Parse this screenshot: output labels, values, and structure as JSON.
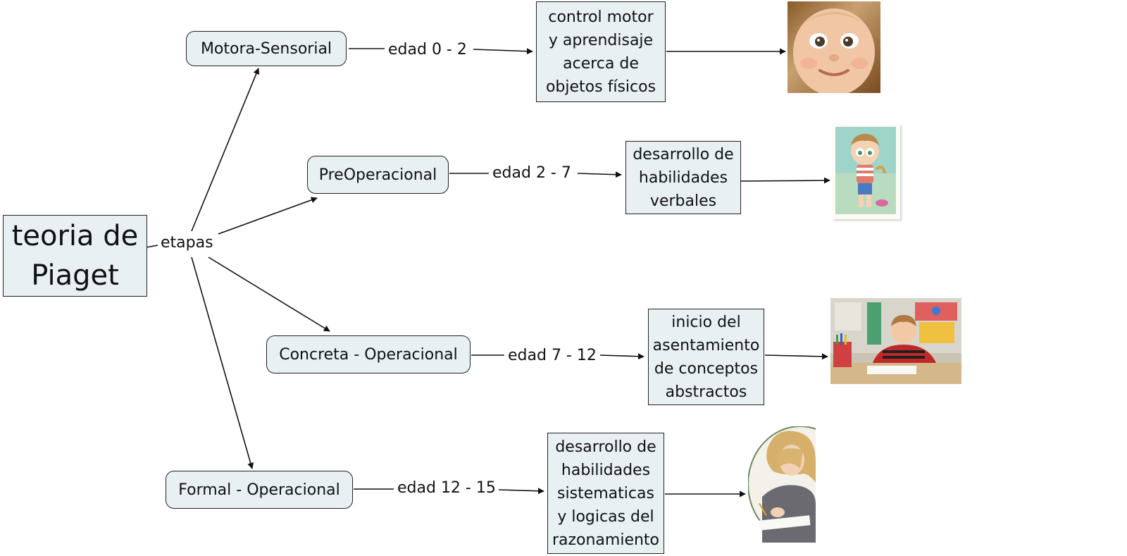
{
  "root": {
    "label": "teoria de\nPiaget"
  },
  "root_link": "etapas",
  "stages": [
    {
      "id": "motora",
      "label": "Motora-Sensorial",
      "age": "edad 0 - 2",
      "description": "control motor\ny aprendisaje\nacerca de\nobjetos físicos",
      "image": "baby-face-photo"
    },
    {
      "id": "preop",
      "label": "PreOperacional",
      "age": "edad 2 - 7",
      "description": "desarrollo de\nhabilidades\nverbales",
      "image": "cartoon-boy-illustration"
    },
    {
      "id": "concreta",
      "label": "Concreta - Operacional",
      "age": "edad 7 - 12",
      "description": "inicio del\nasentamiento\nde conceptos\nabstractos",
      "image": "boy-drawing-at-desk-photo"
    },
    {
      "id": "formal",
      "label": "Formal - Operacional",
      "age": "edad 12 - 15",
      "description": "desarrollo de\nhabilidades\nsistematicas\ny logicas del\nrazonamiento",
      "image": "girl-studying-photo"
    }
  ],
  "colors": {
    "node_fill": "#e8f0f3",
    "line": "#111111"
  }
}
